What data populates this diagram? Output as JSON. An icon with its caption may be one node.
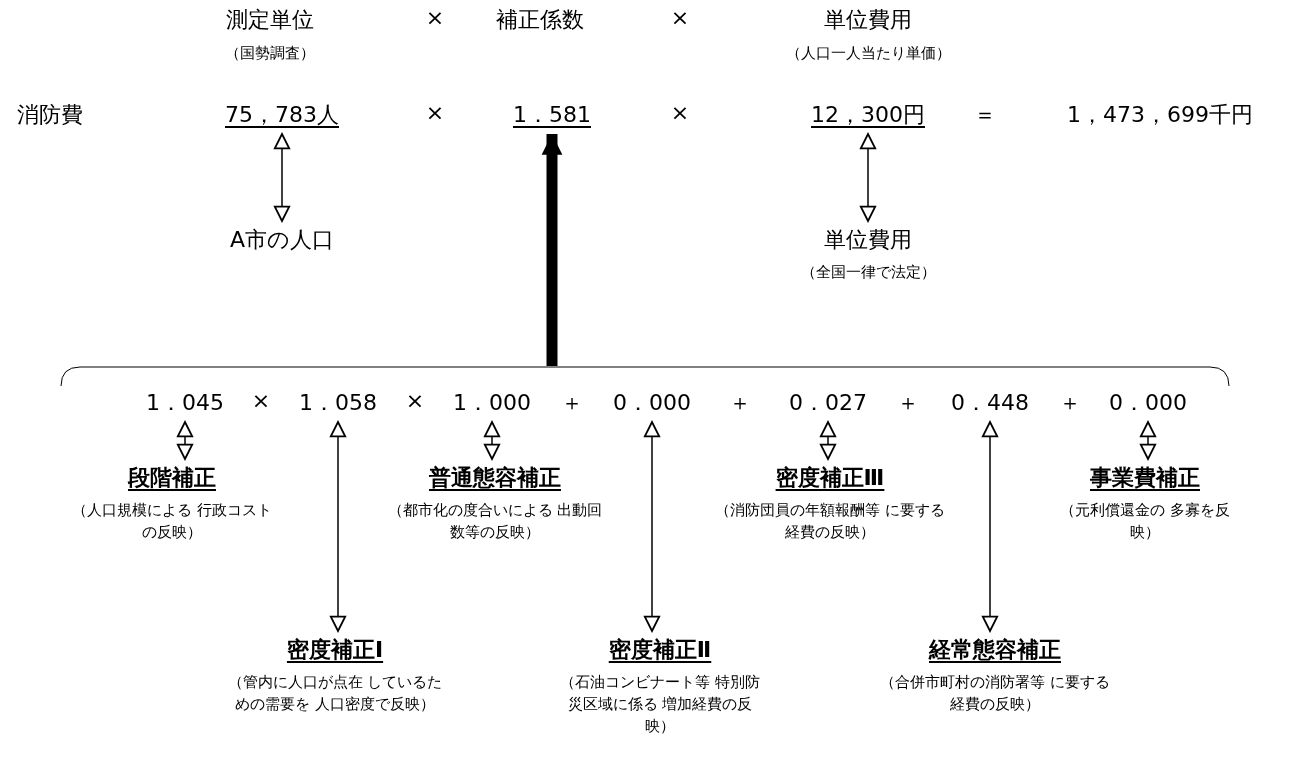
{
  "diagram": {
    "nodes": [
      {
        "text": [
          "75，783人"
        ]
      },
      {
        "text": [
          "1．581"
        ]
      },
      {
        "text": [
          "12，300円"
        ]
      },
      {
        "text": [
          "A市の人口"
        ]
      },
      {
        "text": [
          "単位費用",
          "（全国一律で法定）"
        ]
      },
      {
        "text": [],
        "shape": "bracket"
      },
      {
        "text": [
          "1．045"
        ],
        "in": 5
      },
      {
        "text": [
          "1．058"
        ],
        "in": 5
      },
      {
        "text": [
          "1．000"
        ],
        "in": 5
      },
      {
        "text": [
          "0．000"
        ],
        "in": 5
      },
      {
        "text": [
          "0．027"
        ],
        "in": 5
      },
      {
        "text": [
          "0．448"
        ],
        "in": 5
      },
      {
        "text": [
          "0．000"
        ],
        "in": 5
      },
      {
        "text": [
          "段階補正",
          "（人口規模による 行政コストの反映）"
        ]
      },
      {
        "text": [
          "密度補正Ⅰ",
          "（管内に人口が点在 しているための需要を 人口密度で反映）"
        ]
      },
      {
        "text": [
          "普通態容補正",
          "（都市化の度合いによる 出動回数等の反映）"
        ]
      },
      {
        "text": [
          "密度補正Ⅱ",
          "（石油コンビナート等 特別防災区域に係る 増加経費の反映）"
        ]
      },
      {
        "text": [
          "密度補正Ⅲ",
          "（消防団員の年額報酬等 に要する経費の反映）"
        ]
      },
      {
        "text": [
          "経常態容補正",
          "（合併市町村の消防署等 に要する経費の反映）"
        ]
      },
      {
        "text": [
          "事業費補正",
          "（元利償還金の 多寡を反映）"
        ]
      }
    ],
    "edges": [
      {
        "from": 0,
        "to": 3,
        "arrow": "both"
      },
      {
        "from": 2,
        "to": 4,
        "arrow": "both"
      },
      {
        "from": 5,
        "to": 1,
        "arrow": "to",
        "style": "thick"
      },
      {
        "from": 6,
        "to": 13,
        "arrow": "both"
      },
      {
        "from": 7,
        "to": 14,
        "arrow": "both"
      },
      {
        "from": 8,
        "to": 15,
        "arrow": "both"
      },
      {
        "from": 9,
        "to": 16,
        "arrow": "both"
      },
      {
        "from": 10,
        "to": 17,
        "arrow": "both"
      },
      {
        "from": 11,
        "to": 18,
        "arrow": "both"
      },
      {
        "from": 12,
        "to": 19,
        "arrow": "both"
      }
    ],
    "labels": [
      "測定単位",
      "（国勢調査）",
      "×",
      "補正係数",
      "×",
      "単位費用",
      "（人口一人当たり単価）",
      "消防費",
      "×",
      "×",
      "＝",
      "1，473，699千円",
      "×",
      "×",
      "＋",
      "＋",
      "＋",
      "＋"
    ]
  }
}
